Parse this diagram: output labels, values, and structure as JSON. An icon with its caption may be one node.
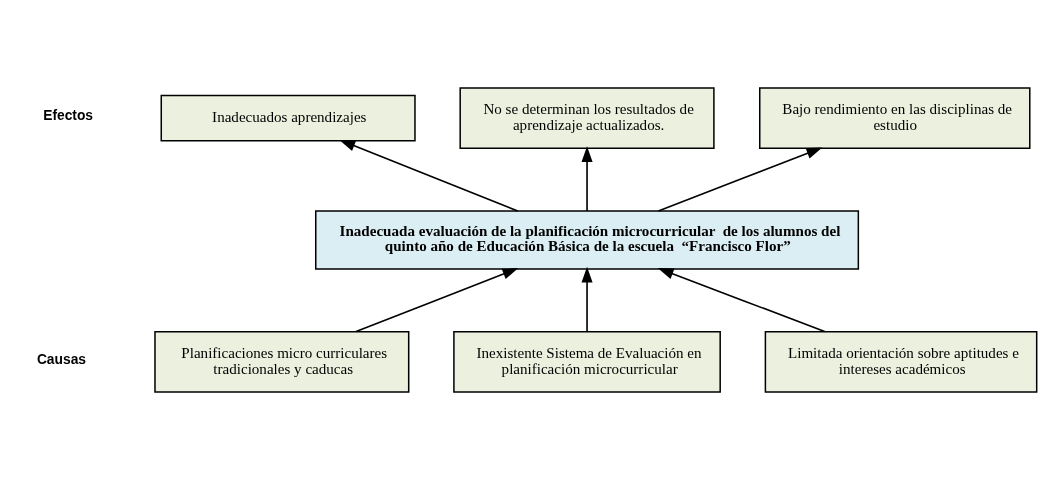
{
  "diagram": {
    "nodes": [
      {
        "text": [
          "Inadecuados aprendizajes"
        ]
      },
      {
        "text": [
          "No se determinan los resultados de aprendizaje actualizados."
        ]
      },
      {
        "text": [
          "Bajo rendimiento en las disciplinas de estudio"
        ]
      },
      {
        "text": [
          "Inadecuada evaluación de la planificación microcurricular  de los alumnos del quinto año de Educación Básica de la escuela  “Francisco Flor”"
        ]
      },
      {
        "text": [
          "Planificaciones micro curriculares tradicionales y caducas"
        ]
      },
      {
        "text": [
          "Inexistente Sistema de Evaluación en planificación microcurricular"
        ]
      },
      {
        "text": [
          "Limitada orientación sobre aptitudes e intereses académicos"
        ]
      }
    ],
    "edges": [
      {
        "from": 3,
        "to": 0,
        "arrow": "to"
      },
      {
        "from": 3,
        "to": 1,
        "arrow": "to"
      },
      {
        "from": 3,
        "to": 2,
        "arrow": "to"
      },
      {
        "from": 4,
        "to": 3,
        "arrow": "to"
      },
      {
        "from": 5,
        "to": 3,
        "arrow": "to"
      },
      {
        "from": 6,
        "to": 3,
        "arrow": "to"
      }
    ],
    "labels": [
      "Efectos",
      "Causas"
    ]
  }
}
